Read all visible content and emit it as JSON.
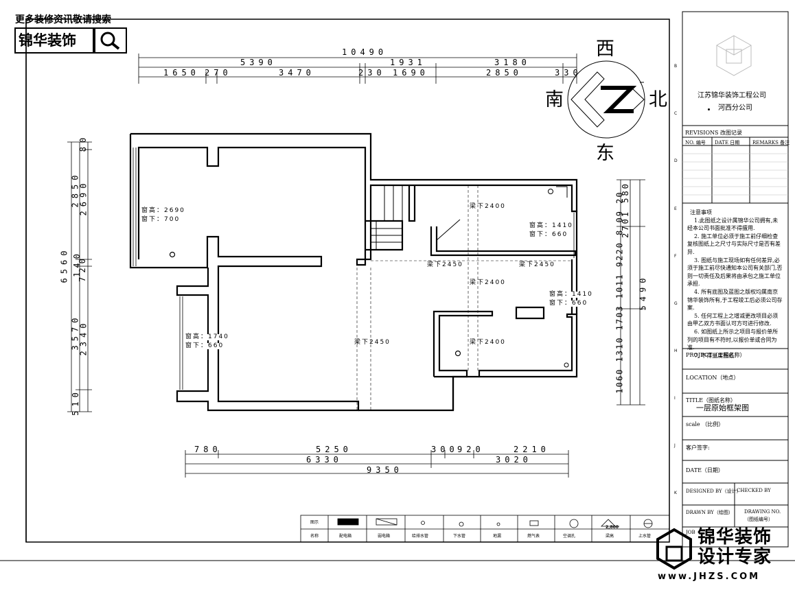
{
  "header": {
    "top_text": "更多装修资讯敬请搜索",
    "brand": "锦华装饰"
  },
  "compass": {
    "west": "西",
    "south": "南",
    "north": "北",
    "east": "东"
  },
  "dims_top": {
    "total": "10490",
    "row1": [
      "5390",
      "1931",
      "3180"
    ],
    "row2": [
      "1650",
      "270",
      "3470",
      "230",
      "1690",
      "2850",
      "330"
    ]
  },
  "dims_left": {
    "total": "6560",
    "col2": [
      "2850",
      "140",
      "3570",
      "510"
    ],
    "col3": [
      "80",
      "2690",
      "720",
      "2340"
    ]
  },
  "dims_right": {
    "col1": "1060 1310 1703 1011 9220 8 09 20",
    "col2": "5490",
    "col3": "2701 580"
  },
  "dims_bottom": {
    "row1": [
      "780",
      "5250",
      "300",
      "920",
      "2210"
    ],
    "row2": [
      "6330",
      "3020"
    ],
    "total": "9350"
  },
  "windows": [
    {
      "h": "窗高：2690",
      "s": "窗下：700"
    },
    {
      "h": "窗高：1410",
      "s": "窗下：660"
    },
    {
      "h": "窗高：1410",
      "s": "窗下：660"
    },
    {
      "h": "窗高：1740",
      "s": "窗下：660"
    }
  ],
  "beams": [
    "梁下2400",
    "梁下2450",
    "梁下2450",
    "梁下2400",
    "梁下2450",
    "梁下2400"
  ],
  "title_block": {
    "company": "江苏锦华装饰工程公司",
    "branch": "河西分公司",
    "revisions": "REVISIONS 改图记录",
    "rev_no": "NO. 编号",
    "rev_date": "DATE 日期",
    "rev_remarks": "REMARKS 备注",
    "notes_title": "注意事项",
    "notes": [
      "1.此图纸之设计属锦华公司拥有,未经本公司书面批准不得擅用.",
      "2. 施工单位必须于施工前仔细检查复核图纸上之尺寸与实际尺寸是否有差异.",
      "3. 图纸与施工现场如有任何差异,必须于施工前尽快通知本公司有关部门,否则一切责任及后果将由承包之施工单位承担.",
      "4. 所有底图及蓝图之版权均属南京锦华装饰所有,于工程竣工后必须公司存案.",
      "5. 任何工程上之增减更改项目必须由甲乙双方书面认可方可进行修改.",
      "6. 如图纸上所示之项目与报价单所列的项目有不符时,以报价单或合同为准.",
      "7. 不得量度图纸."
    ],
    "project": "PROJECT（工程名称）",
    "location": "LOCATION（地点）",
    "title_label": "TITLE（图纸名称）",
    "title_value": "一层原始框架图",
    "scale": "scale （比例）",
    "client": "客户签字:",
    "date": "DATE（日期）",
    "designed": "DESIGNED BY（设计）",
    "checked": "CHECKED BY",
    "drawn": "DRAWN BY（绘图）",
    "drawing_no": "DRAWING NO.",
    "drawing_no2": "（图纸编号）",
    "job": "JOB"
  },
  "edge_letters": [
    "B",
    "C",
    "D",
    "E",
    "F",
    "G",
    "H",
    "I",
    "J",
    "K"
  ],
  "legend": {
    "row_label_1": "图示",
    "row_label_2": "名称",
    "items": [
      "配电箱",
      "弱电箱",
      "给排水管",
      "下水管",
      "地漏",
      "燃气表",
      "空调孔",
      "梁高",
      "上水管"
    ],
    "beam_value": "2,800"
  },
  "watermark": {
    "line1": "锦华装饰",
    "line2": "设计专家",
    "url": "www.JHZS.COM"
  }
}
